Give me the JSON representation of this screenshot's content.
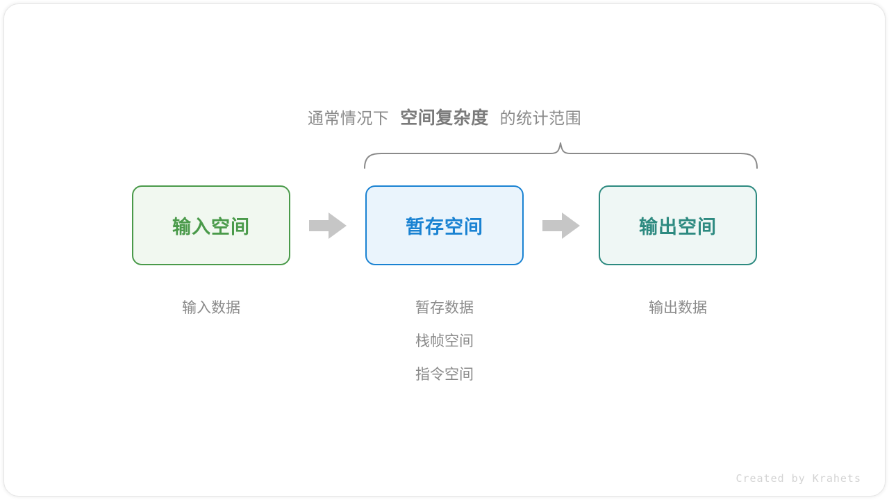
{
  "heading": {
    "lead": "通常情况下",
    "emphasis": "空间复杂度",
    "trail": "的统计范围"
  },
  "brace": {
    "icon": "curly-brace-up-icon",
    "color": "#8a8a8a",
    "span_from": "暂存空间",
    "span_to": "输出空间"
  },
  "flow": {
    "nodes": [
      {
        "label": "输入空间",
        "accent": "#4a9a4a",
        "fill": "#f1f8f0"
      },
      {
        "label": "暂存空间",
        "accent": "#1a82d2",
        "fill": "#eaf4fc"
      },
      {
        "label": "输出空间",
        "accent": "#2d8a80",
        "fill": "#eff7f5"
      }
    ],
    "arrows": [
      {
        "icon": "arrow-right-icon",
        "color": "#c6c6c6"
      },
      {
        "icon": "arrow-right-icon",
        "color": "#c6c6c6"
      }
    ]
  },
  "captions": [
    {
      "lines": [
        "输入数据"
      ]
    },
    {
      "lines": [
        "暂存数据",
        "栈帧空间",
        "指令空间"
      ]
    },
    {
      "lines": [
        "输出数据"
      ]
    }
  ],
  "footer": {
    "credit": "Created by Krahets"
  }
}
